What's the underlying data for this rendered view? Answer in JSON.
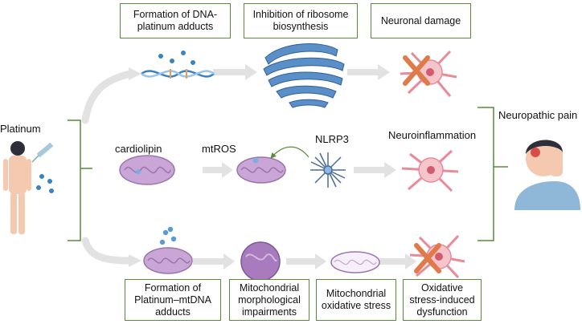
{
  "left_label": "Platinum",
  "right_label": "Neuropathic pain",
  "top_row": {
    "box1": "Formation of DNA-\nplatinum adducts",
    "box2": "Inhibition of ribosome\nbiosynthesis",
    "box3": "Neuronal damage"
  },
  "middle_row": {
    "cardiolipin": "cardiolipin",
    "mtros": "mtROS",
    "nlrp3": "NLRP3",
    "neuroinflammation": "Neuroinflammation"
  },
  "bottom_row": {
    "box1": "Formation of\nPlatinum–mtDNA\nadducts",
    "box2": "Mitochondrial\nmorphological\nimpairments",
    "box3": "Mitochondrial\noxidative stress",
    "box4": "Oxidative\nstress-induced\ndysfunction"
  },
  "colors": {
    "frame": "#5a8a3a",
    "arrow": "#d9d9d9",
    "mito_fill": "#c9a6d6",
    "neuron_fill": "#f4c6cc",
    "cross": "#e07a4a",
    "dna_blue": "#3a82c4"
  }
}
